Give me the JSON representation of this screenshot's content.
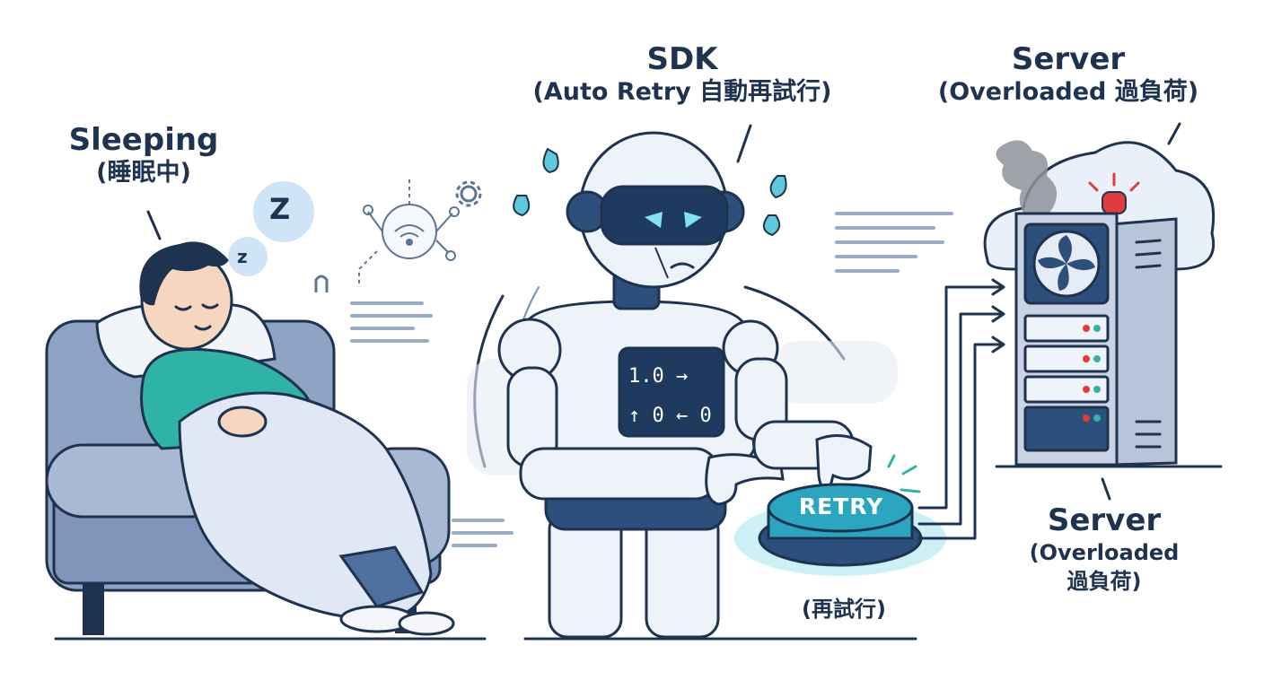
{
  "labels": {
    "sleeping_title": "Sleeping",
    "sleeping_sub": "(睡眠中)",
    "sdk_title": "SDK",
    "sdk_sub": "(Auto Retry 自動再試行)",
    "server_top_title": "Server",
    "server_top_sub": "(Overloaded 過負荷)",
    "server_bottom_title": "Server",
    "server_bottom_sub1": "(Overloaded",
    "server_bottom_sub2": "過負荷)",
    "retry_button": "RETRY",
    "retry_caption": "(再試行)",
    "display_line1": "1.0 →",
    "display_line2": "↑ 0 ← 0",
    "zzz_big": "Z",
    "zzz_small": "z"
  },
  "colors": {
    "outline": "#1e3350",
    "teal_shirt": "#2fb3a6",
    "chair_blue": "#8ea3c4",
    "blanket": "#dfe8f4",
    "robot_white": "#eef3fa",
    "robot_dark": "#2c4f7c",
    "visor_cyan": "#7fe3f0",
    "button_teal": "#2aa6c0",
    "server_gray": "#c9d3e3",
    "cloud": "#e9f0f9",
    "alarm_red": "#e23b3b",
    "smoke": "#8e9299"
  },
  "icons": [
    "wifi-hub-icon",
    "gear-icon",
    "sweat-drop-icon",
    "smoke-icon",
    "alarm-light-icon",
    "fan-icon"
  ]
}
